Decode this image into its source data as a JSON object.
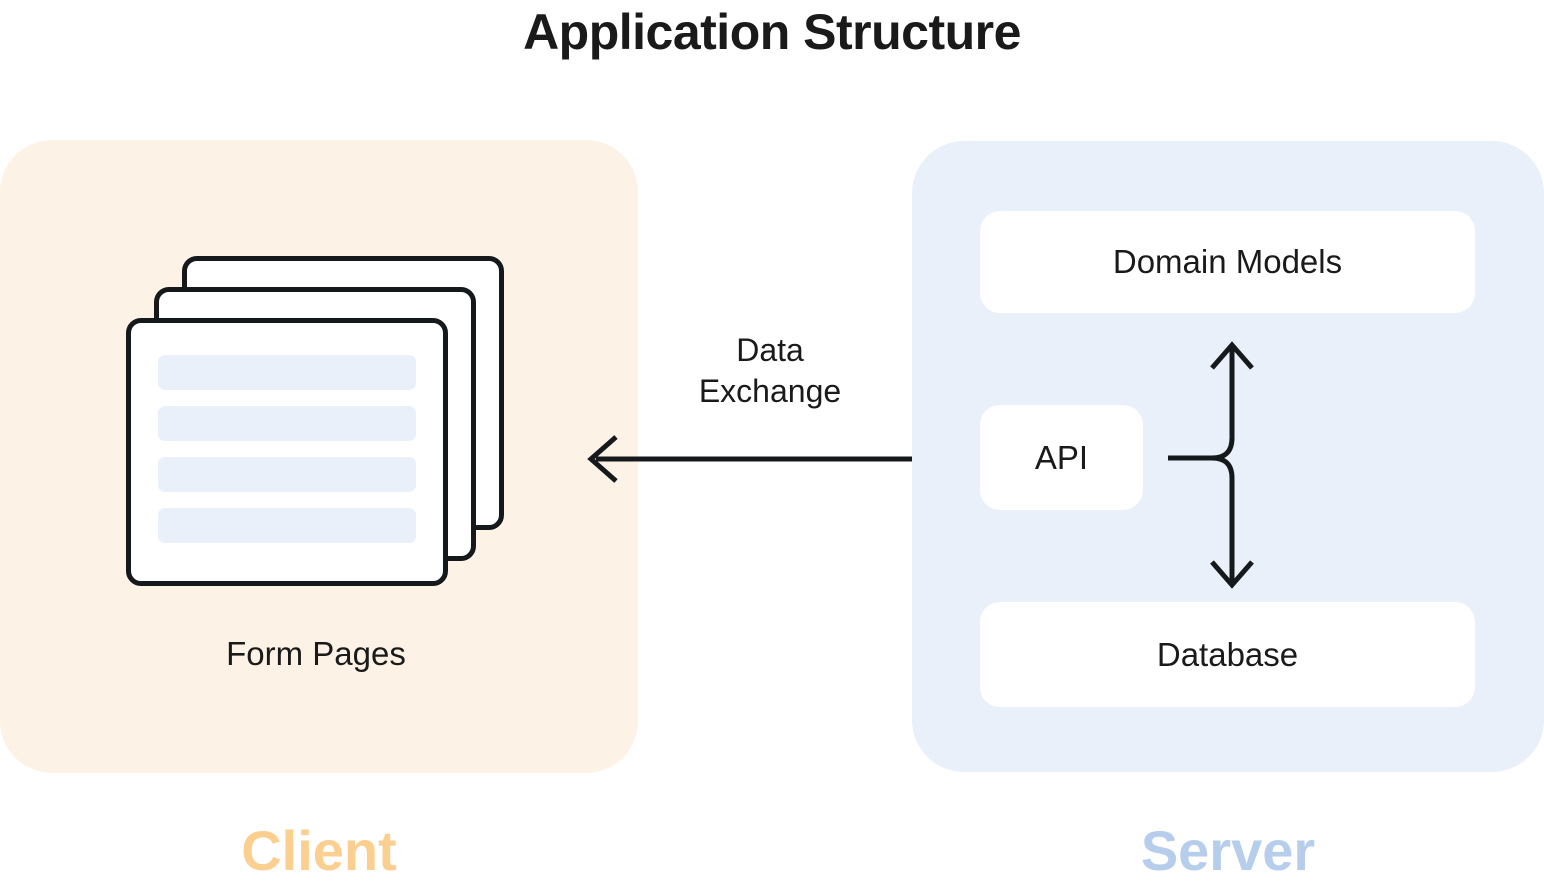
{
  "diagram": {
    "title": "Application Structure",
    "colors": {
      "client_panel_bg": "#fdf2e6",
      "server_panel_bg": "#eaf0fa",
      "client_caption": "#fbcf8f",
      "server_caption": "#b6cdec",
      "box_bg": "#ffffff",
      "stroke": "#16191c",
      "field_bar": "#eaf0fa",
      "text": "#1a1a1a",
      "page_bg": "#ffffff"
    },
    "client": {
      "caption": "Client",
      "node_label": "Form Pages",
      "card_count": 3,
      "field_bars": [
        "",
        "",
        "",
        ""
      ]
    },
    "server": {
      "caption": "Server",
      "boxes": [
        {
          "label": "Domain Models"
        },
        {
          "label": "API"
        },
        {
          "label": "Database"
        }
      ]
    },
    "connector": {
      "label_line1": "Data",
      "label_line2": "Exchange",
      "direction": "bidirectional"
    },
    "fork": {
      "from": "API",
      "to_up": "Domain Models",
      "to_down": "Database"
    }
  }
}
